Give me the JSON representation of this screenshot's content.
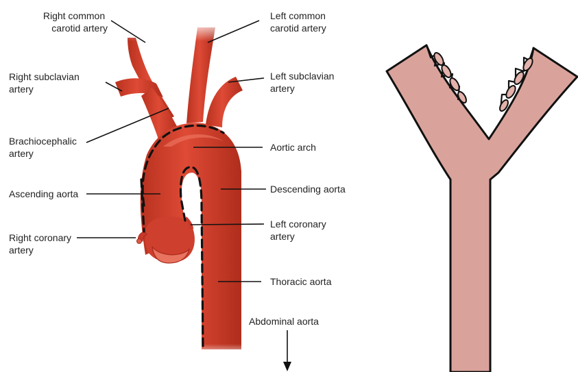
{
  "labels": {
    "right_common_carotid": [
      "Right common",
      "carotid artery"
    ],
    "left_common_carotid": [
      "Left common",
      "carotid artery"
    ],
    "right_subclavian": [
      "Right subclavian",
      "artery"
    ],
    "left_subclavian": [
      "Left subclavian",
      "artery"
    ],
    "brachiocephalic": [
      "Brachiocephalic",
      "artery"
    ],
    "aortic_arch": "Aortic arch",
    "ascending_aorta": "Ascending aorta",
    "descending_aorta": "Descending aorta",
    "right_coronary": [
      "Right coronary",
      "artery"
    ],
    "left_coronary": [
      "Left coronary",
      "artery"
    ],
    "thoracic_aorta": "Thoracic aorta",
    "abdominal_aorta": "Abdominal aorta"
  },
  "colors": {
    "artery_fill": "#d0412f",
    "artery_dark": "#a82a1c",
    "artery_light": "#e8705c",
    "valve_fill": "#e05a48",
    "y_tube_fill": "#d9a39b",
    "outline": "#111111"
  }
}
